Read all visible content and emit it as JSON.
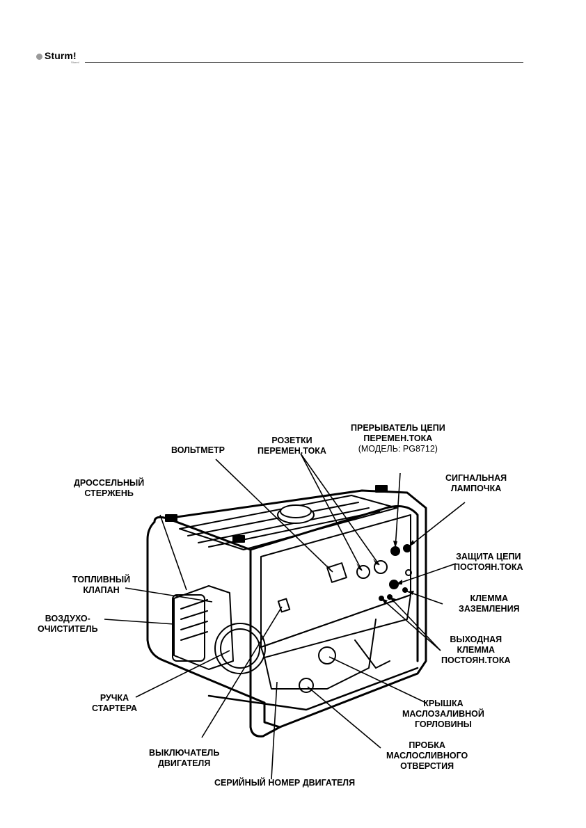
{
  "header": {
    "brand": "Sturm!",
    "brand_tagline": "Sturm!"
  },
  "diagram": {
    "labels": {
      "ac_breaker_line1": "ПРЕРЫВАТЕЛЬ ЦЕПИ",
      "ac_breaker_line2": "ПЕРЕМЕН.ТОКА",
      "ac_breaker_line3": "(МОДЕЛЬ: PG8712)",
      "ac_sockets_line1": "РОЗЕТКИ",
      "ac_sockets_line2": "ПЕРЕМЕН.ТОКА",
      "voltmeter": "ВОЛЬТМЕТР",
      "choke_line1": "ДРОССЕЛЬНЫЙ",
      "choke_line2": "СТЕРЖЕНЬ",
      "signal_lamp_line1": "СИГНАЛЬНАЯ",
      "signal_lamp_line2": "ЛАМПОЧКА",
      "dc_protection_line1": "ЗАЩИТА ЦЕПИ",
      "dc_protection_line2": "ПОСТОЯН.ТОКА",
      "fuel_valve_line1": "ТОПЛИВНЫЙ",
      "fuel_valve_line2": "КЛАПАН",
      "ground_line1": "КЛЕММА",
      "ground_line2": "ЗАЗЕМЛЕНИЯ",
      "air_cleaner_line1": "ВОЗДУХО-",
      "air_cleaner_line2": "ОЧИСТИТЕЛЬ",
      "dc_output_line1": "ВЫХОДНАЯ",
      "dc_output_line2": "КЛЕММА",
      "dc_output_line3": "ПОСТОЯН.ТОКА",
      "starter_line1": "РУЧКА",
      "starter_line2": "СТАРТЕРА",
      "oil_cap_line1": "КРЫШКА",
      "oil_cap_line2": "МАСЛОЗАЛИВНОЙ",
      "oil_cap_line3": "ГОРЛОВИНЫ",
      "engine_switch_line1": "ВЫКЛЮЧАТЕЛЬ",
      "engine_switch_line2": "ДВИГАТЕЛЯ",
      "drain_plug_line1": "ПРОБКА",
      "drain_plug_line2": "МАСЛОСЛИВНОГО",
      "drain_plug_line3": "ОТВЕРСТИЯ",
      "serial": "СЕРИЙНЫЙ НОМЕР ДВИГАТЕЛЯ"
    }
  }
}
